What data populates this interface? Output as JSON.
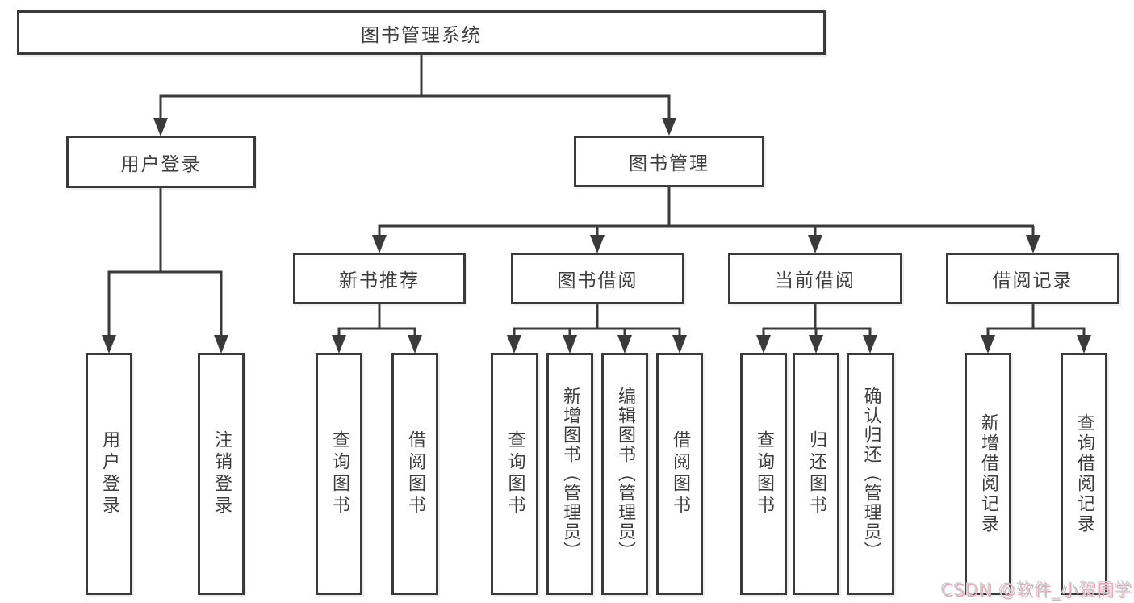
{
  "diagram": {
    "title": "图书管理系统",
    "root": {
      "label": "图书管理系统"
    },
    "branches": [
      {
        "label": "用户登录",
        "leaves": [
          {
            "label": "用户登录"
          },
          {
            "label": "注销登录"
          }
        ]
      },
      {
        "label": "图书管理",
        "sections": [
          {
            "label": "新书推荐",
            "leaves": [
              {
                "label": "查询图书"
              },
              {
                "label": "借阅图书"
              }
            ]
          },
          {
            "label": "图书借阅",
            "leaves": [
              {
                "label": "查询图书"
              },
              {
                "label": "新增图书（管理员）"
              },
              {
                "label": "编辑图书（管理员）"
              },
              {
                "label": "借阅图书"
              }
            ]
          },
          {
            "label": "当前借阅",
            "leaves": [
              {
                "label": "查询图书"
              },
              {
                "label": "归还图书"
              },
              {
                "label": "确认归还（管理员）"
              }
            ]
          },
          {
            "label": "借阅记录",
            "leaves": [
              {
                "label": "新增借阅记录"
              },
              {
                "label": "查询借阅记录"
              }
            ]
          }
        ]
      }
    ]
  },
  "watermark": {
    "text": "CSDN @软件_小贺同学"
  },
  "colors": {
    "line": "#3a3a3a",
    "text": "#3d3d3d",
    "background": "#ffffff",
    "watermark_text": "#ccd0d4",
    "watermark_shadow": "#eda6b2"
  }
}
